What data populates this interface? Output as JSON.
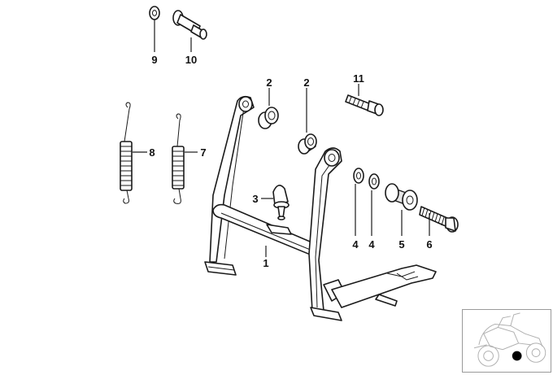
{
  "callouts": {
    "c1": "1",
    "c2a": "2",
    "c2b": "2",
    "c3": "3",
    "c4a": "4",
    "c4b": "4",
    "c5": "5",
    "c6": "6",
    "c7": "7",
    "c8": "8",
    "c9": "9",
    "c10": "10",
    "c11": "11"
  },
  "icons": {
    "thumbnail": "motorcycle-location-icon",
    "marker": "location-dot-icon"
  },
  "colors": {
    "line": "#1a1a1a",
    "marker": "#000000",
    "thumb_line": "#b0b0b0"
  }
}
